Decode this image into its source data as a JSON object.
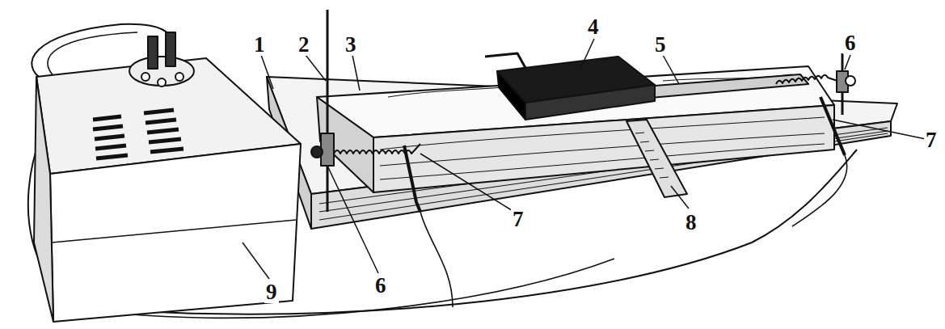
{
  "diagram": {
    "labels": [
      "1",
      "2",
      "3",
      "4",
      "5",
      "6",
      "7",
      "6",
      "7",
      "8",
      "9"
    ]
  }
}
